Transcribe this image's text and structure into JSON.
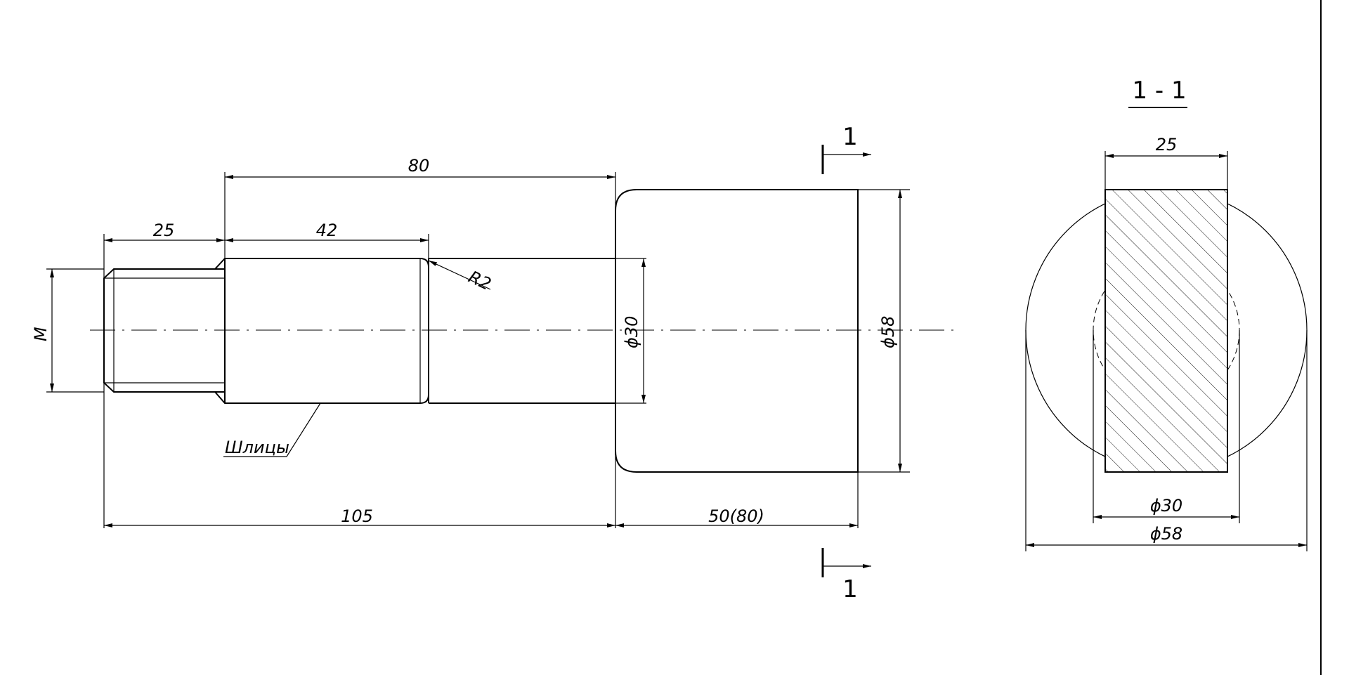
{
  "drawing": {
    "main_view": {
      "dim_overall_length": "105",
      "dim_head_length": "50(80)",
      "dim_thread_length": "25",
      "dim_spline_length": "42",
      "dim_shaft_length": "80",
      "dim_radius": "R2",
      "dim_thread_size": "M",
      "dim_shaft_diameter": "ϕ30",
      "dim_head_diameter": "ϕ58",
      "label_splines": "Шлицы",
      "section_mark_top": "1",
      "section_mark_bottom": "1"
    },
    "section_view": {
      "title": "1 - 1",
      "dim_width": "25",
      "dim_inner_diameter": "ϕ30",
      "dim_outer_diameter": "ϕ58"
    }
  }
}
